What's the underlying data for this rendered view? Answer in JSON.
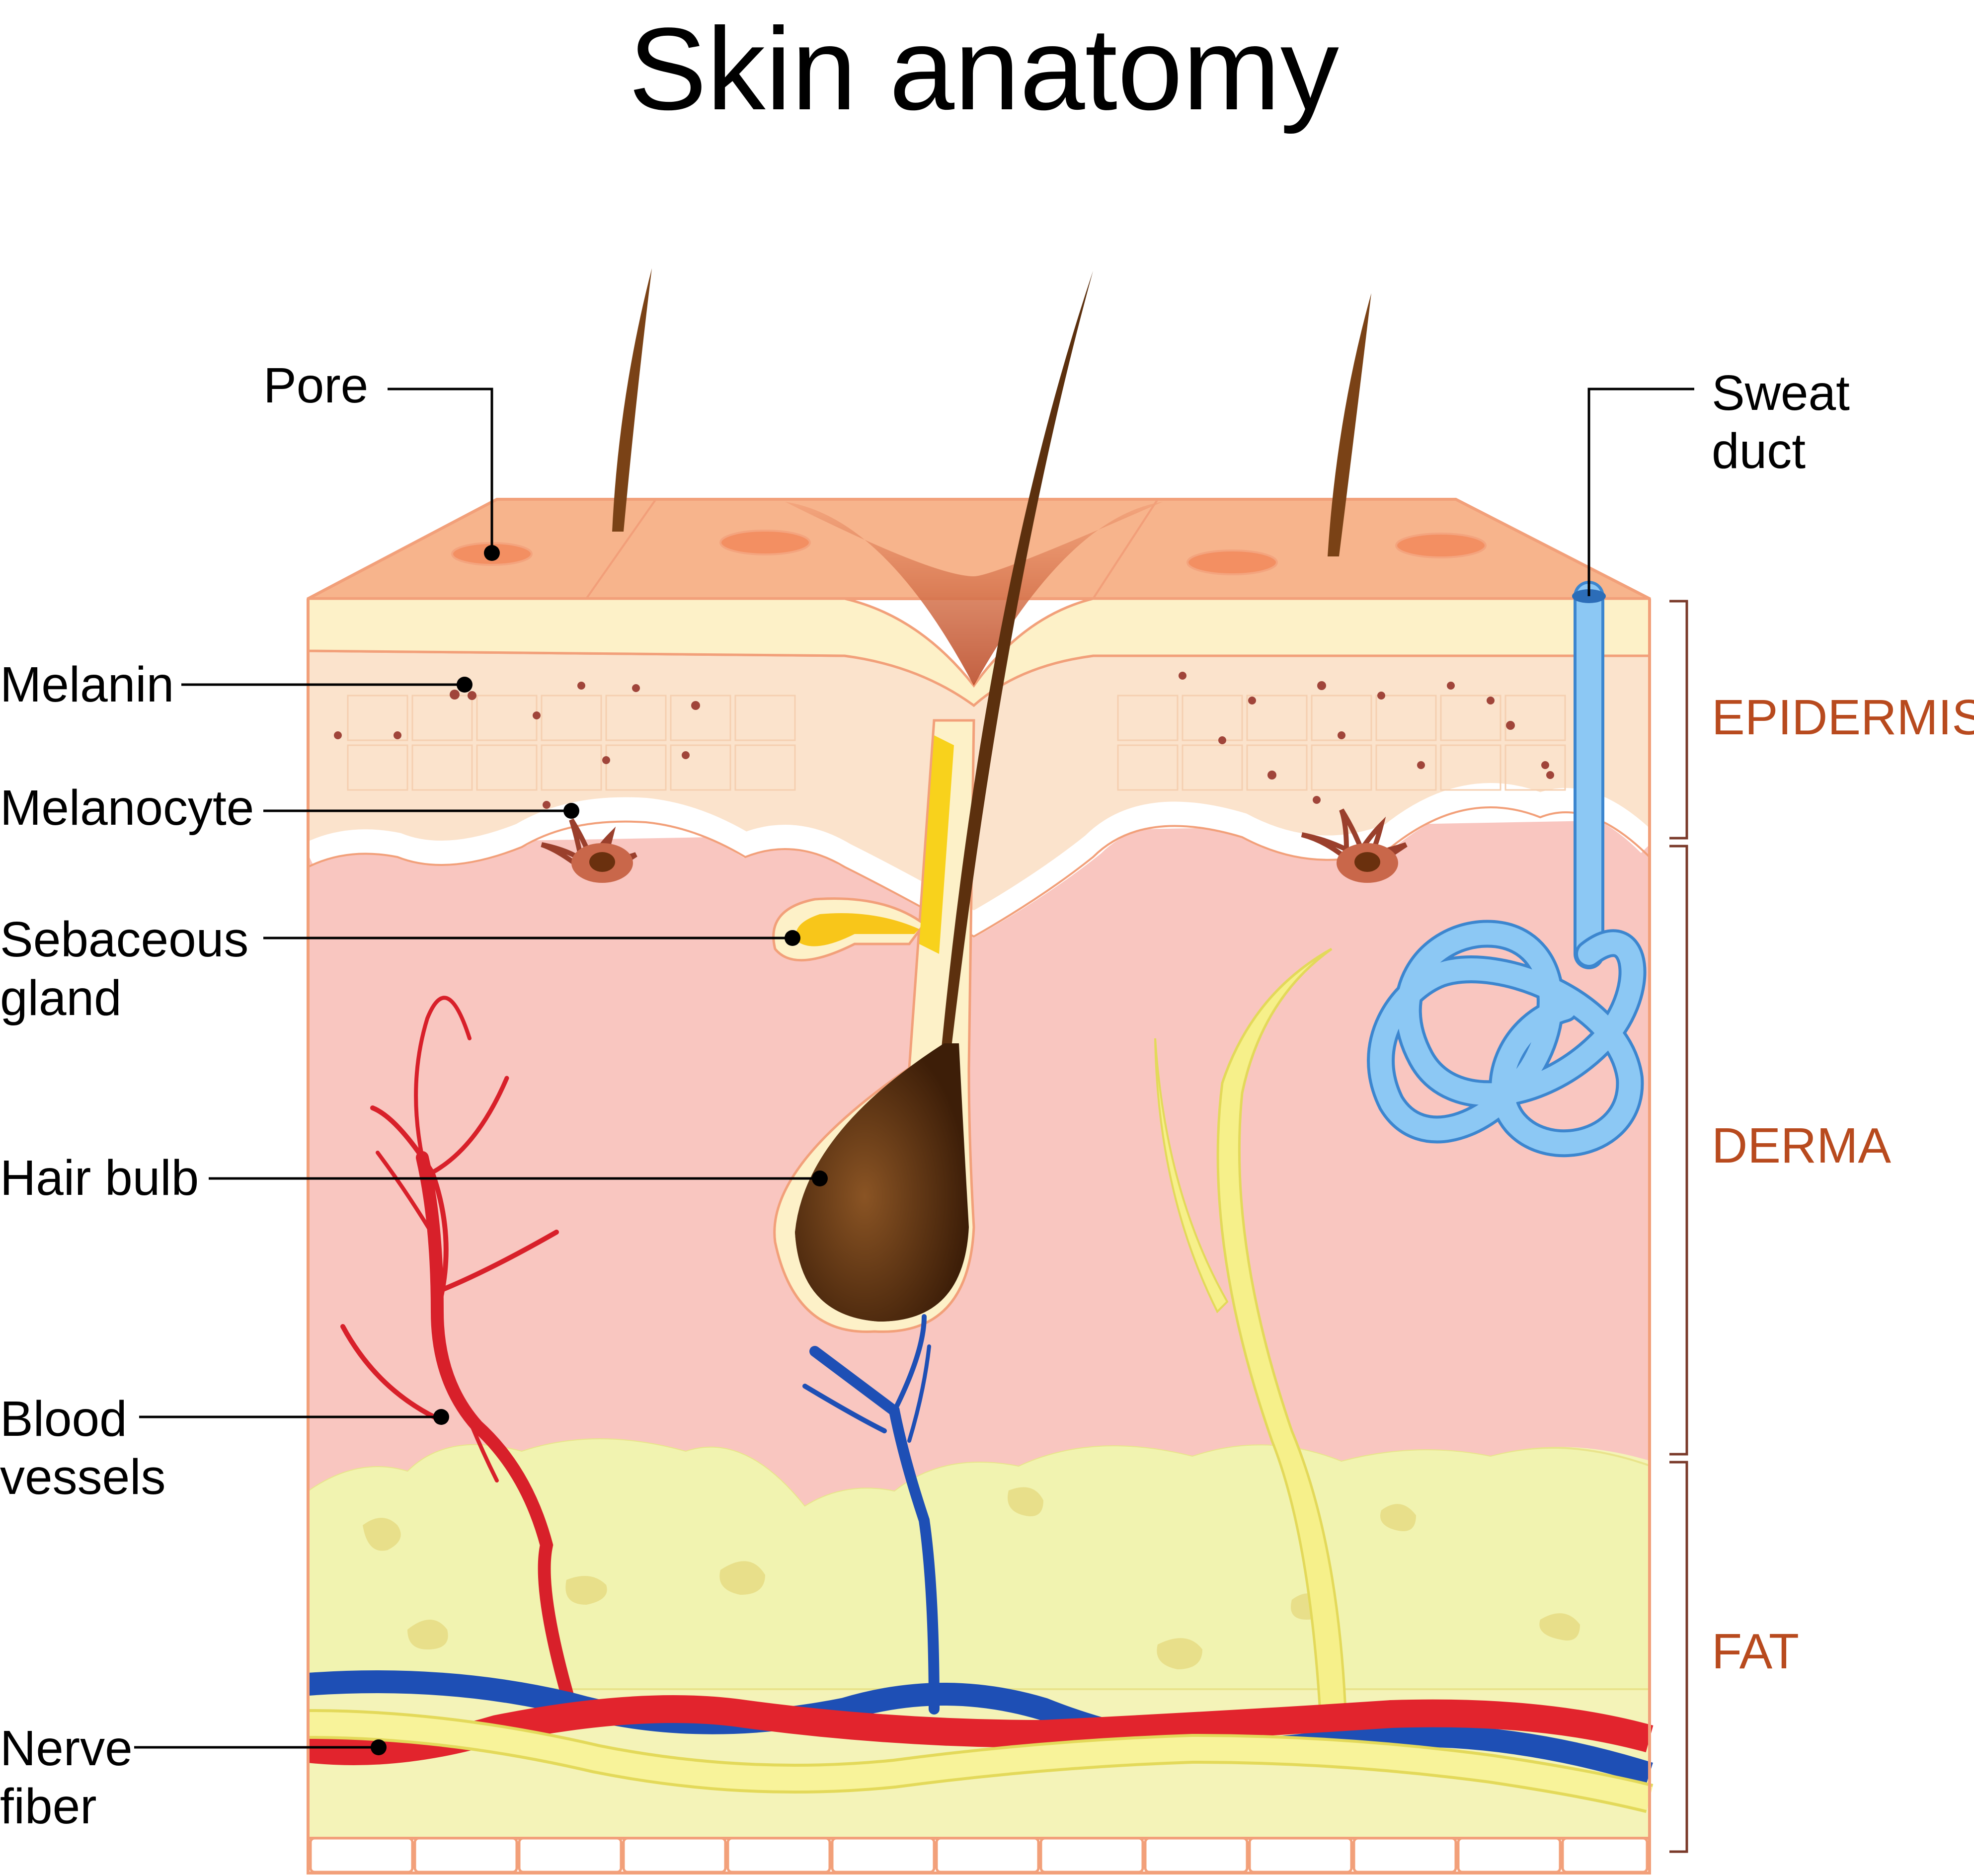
{
  "title": "Skin anatomy",
  "labels": {
    "pore": "Pore",
    "sweat_duct": [
      "Sweat",
      "duct"
    ],
    "melanin": "Melanin",
    "melanocyte": "Melanocyte",
    "sebaceous_gland": [
      "Sebaceous",
      "gland"
    ],
    "hair_bulb": "Hair bulb",
    "blood_vessels": [
      "Blood",
      "vessels"
    ],
    "nerve_fiber": [
      "Nerve",
      "fiber"
    ]
  },
  "layers": {
    "epidermis": "EPIDERMIS",
    "derma": "DERMA",
    "fat": "FAT"
  },
  "colors": {
    "skin_surface": "#f7b48c",
    "epidermis": "#fbe3cc",
    "derma": "#f9c6c0",
    "fat": "#f4f3b8",
    "hair": "#6b3a12",
    "artery": "#e2242d",
    "vein": "#1e4fb5",
    "nerve": "#f6f08a",
    "sweat_gland": "#6bb4ee",
    "layer_label": "#b84a1e"
  }
}
